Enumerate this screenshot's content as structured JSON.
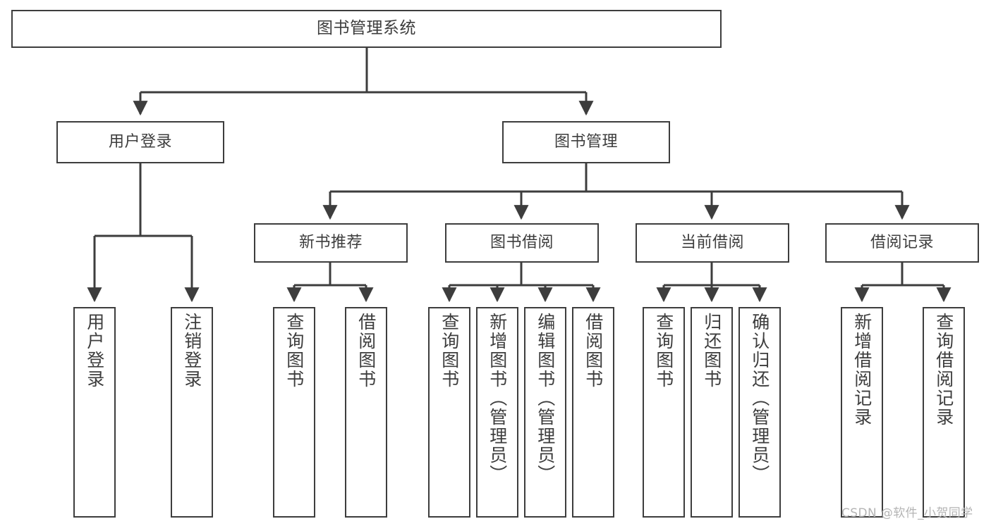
{
  "diagram": {
    "title": "图书管理系统",
    "type": "tree-hierarchy",
    "root": {
      "id": "root",
      "label": "图书管理系统"
    },
    "level2": [
      {
        "id": "user-login",
        "label": "用户登录"
      },
      {
        "id": "book-manage",
        "label": "图书管理"
      }
    ],
    "level3": [
      {
        "id": "new-book-recommend",
        "label": "新书推荐",
        "parent": "book-manage"
      },
      {
        "id": "book-borrow",
        "label": "图书借阅",
        "parent": "book-manage"
      },
      {
        "id": "current-borrow",
        "label": "当前借阅",
        "parent": "book-manage"
      },
      {
        "id": "borrow-record",
        "label": "借阅记录",
        "parent": "book-manage"
      }
    ],
    "leaves": {
      "user_login": [
        {
          "id": "leaf-user-login",
          "label": "用户登录"
        },
        {
          "id": "leaf-logout-login",
          "label": "注销登录"
        }
      ],
      "new_book_recommend": [
        {
          "id": "leaf-query-book-1",
          "label": "查询图书"
        },
        {
          "id": "leaf-borrow-book-1",
          "label": "借阅图书"
        }
      ],
      "book_borrow": [
        {
          "id": "leaf-query-book-2",
          "label": "查询图书"
        },
        {
          "id": "leaf-add-book",
          "label": "新增图书（管理员）"
        },
        {
          "id": "leaf-edit-book",
          "label": "编辑图书（管理员）"
        },
        {
          "id": "leaf-borrow-book-2",
          "label": "借阅图书"
        }
      ],
      "current_borrow": [
        {
          "id": "leaf-query-book-3",
          "label": "查询图书"
        },
        {
          "id": "leaf-return-book",
          "label": "归还图书"
        },
        {
          "id": "leaf-confirm-return",
          "label": "确认归还（管理员）"
        }
      ],
      "borrow_record": [
        {
          "id": "leaf-add-borrow-record",
          "label": "新增借阅记录"
        },
        {
          "id": "leaf-query-borrow-record",
          "label": "查询借阅记录"
        }
      ]
    }
  },
  "watermark": {
    "text": "CSDN @软件_小贺同学"
  },
  "colors": {
    "stroke": "#3d3d3d",
    "fill": "#ffffff",
    "text": "#3d3d3d",
    "watermark": "#b4b4b4"
  }
}
